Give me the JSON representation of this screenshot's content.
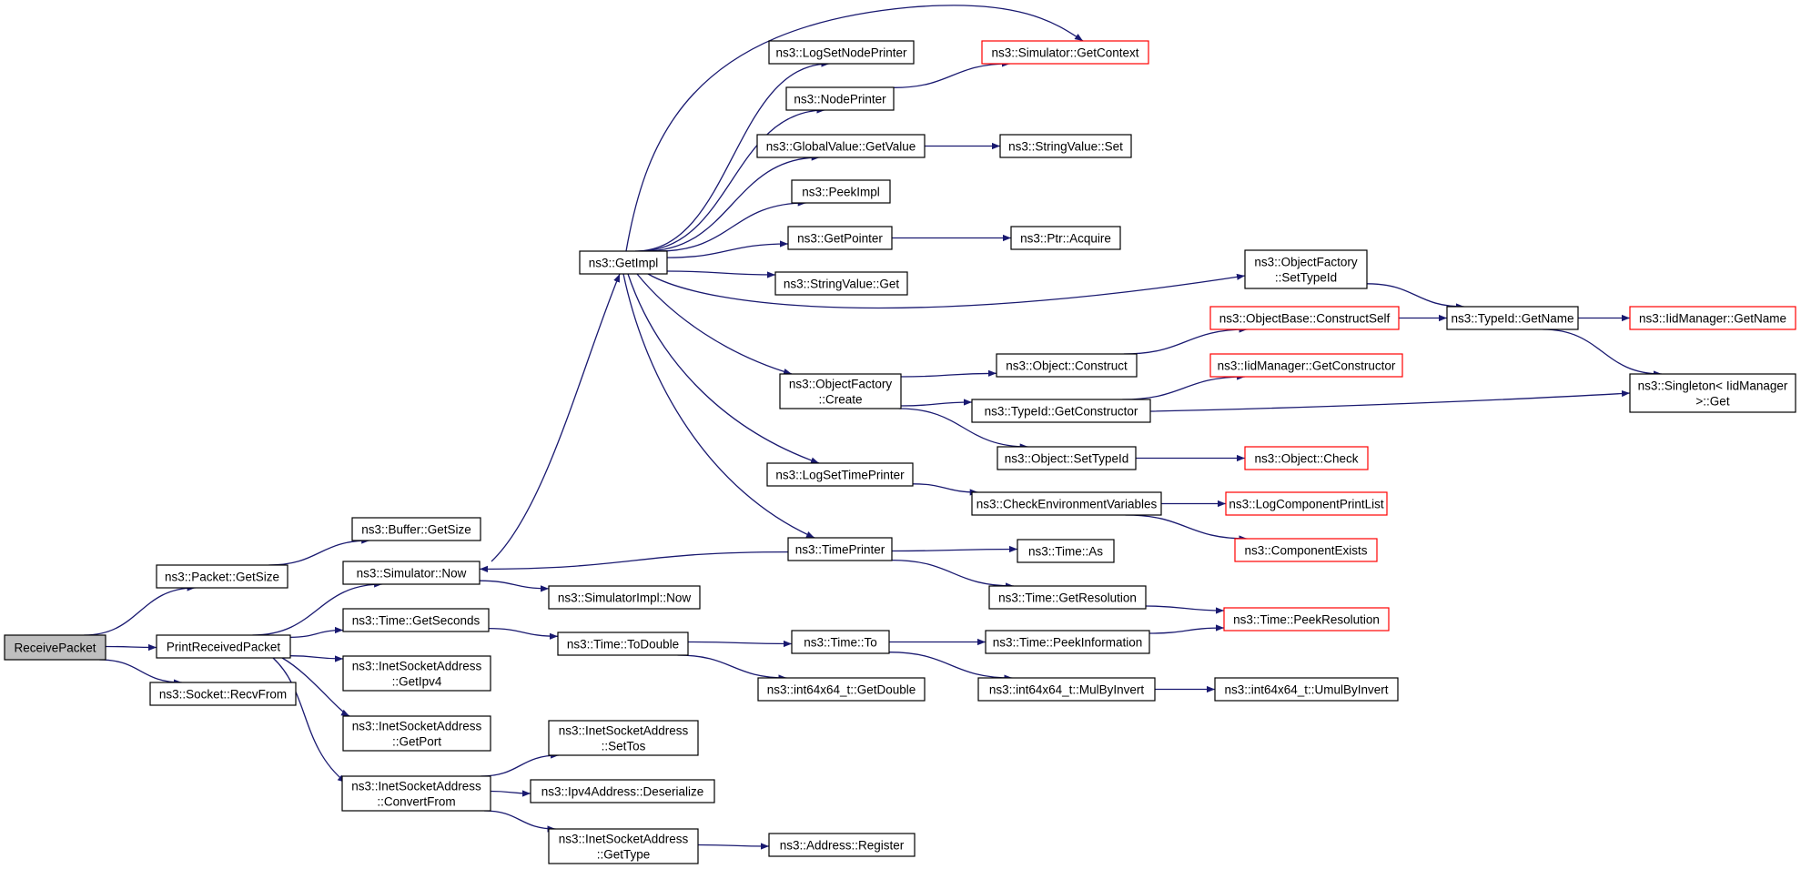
{
  "colors": {
    "edge": "#191970",
    "border_normal": "#000000",
    "border_truncated": "#ff0000",
    "fill_root": "#bfbfbf",
    "fill_node": "#ffffff",
    "background": "#ffffff"
  },
  "nodes": [
    {
      "id": "receive-packet",
      "lines": [
        "ReceivePacket"
      ],
      "style": "root"
    },
    {
      "id": "packet-getsize",
      "lines": [
        "ns3::Packet::GetSize"
      ],
      "style": "normal"
    },
    {
      "id": "print-received-packet",
      "lines": [
        "PrintReceivedPacket"
      ],
      "style": "normal"
    },
    {
      "id": "socket-recvfrom",
      "lines": [
        "ns3::Socket::RecvFrom"
      ],
      "style": "normal"
    },
    {
      "id": "buffer-getsize",
      "lines": [
        "ns3::Buffer::GetSize"
      ],
      "style": "normal"
    },
    {
      "id": "simulator-now",
      "lines": [
        "ns3::Simulator::Now"
      ],
      "style": "normal"
    },
    {
      "id": "time-getseconds",
      "lines": [
        "ns3::Time::GetSeconds"
      ],
      "style": "normal"
    },
    {
      "id": "inet-getipv4",
      "lines": [
        "ns3::InetSocketAddress",
        "::GetIpv4"
      ],
      "style": "normal"
    },
    {
      "id": "inet-getport",
      "lines": [
        "ns3::InetSocketAddress",
        "::GetPort"
      ],
      "style": "normal"
    },
    {
      "id": "inet-convertfrom",
      "lines": [
        "ns3::InetSocketAddress",
        "::ConvertFrom"
      ],
      "style": "normal"
    },
    {
      "id": "getimpl",
      "lines": [
        "ns3::GetImpl"
      ],
      "style": "normal"
    },
    {
      "id": "simulatorimpl-now",
      "lines": [
        "ns3::SimulatorImpl::Now"
      ],
      "style": "normal"
    },
    {
      "id": "time-todouble",
      "lines": [
        "ns3::Time::ToDouble"
      ],
      "style": "normal"
    },
    {
      "id": "inet-settos",
      "lines": [
        "ns3::InetSocketAddress",
        "::SetTos"
      ],
      "style": "normal"
    },
    {
      "id": "ipv4-deserialize",
      "lines": [
        "ns3::Ipv4Address::Deserialize"
      ],
      "style": "normal"
    },
    {
      "id": "inet-gettype",
      "lines": [
        "ns3::InetSocketAddress",
        "::GetType"
      ],
      "style": "normal"
    },
    {
      "id": "logsetnodeprinter",
      "lines": [
        "ns3::LogSetNodePrinter"
      ],
      "style": "normal"
    },
    {
      "id": "nodeprinter",
      "lines": [
        "ns3::NodePrinter"
      ],
      "style": "normal"
    },
    {
      "id": "globalvalue-getvalue",
      "lines": [
        "ns3::GlobalValue::GetValue"
      ],
      "style": "normal"
    },
    {
      "id": "peekimpl",
      "lines": [
        "ns3::PeekImpl"
      ],
      "style": "normal"
    },
    {
      "id": "getpointer",
      "lines": [
        "ns3::GetPointer"
      ],
      "style": "normal"
    },
    {
      "id": "stringvalue-get",
      "lines": [
        "ns3::StringValue::Get"
      ],
      "style": "normal"
    },
    {
      "id": "objectfactory-create",
      "lines": [
        "ns3::ObjectFactory",
        "::Create"
      ],
      "style": "normal"
    },
    {
      "id": "logsettimeprinter",
      "lines": [
        "ns3::LogSetTimePrinter"
      ],
      "style": "normal"
    },
    {
      "id": "timeprinter",
      "lines": [
        "ns3::TimePrinter"
      ],
      "style": "normal"
    },
    {
      "id": "time-to",
      "lines": [
        "ns3::Time::To"
      ],
      "style": "normal"
    },
    {
      "id": "int64-getdouble",
      "lines": [
        "ns3::int64x64_t::GetDouble"
      ],
      "style": "normal"
    },
    {
      "id": "address-register",
      "lines": [
        "ns3::Address::Register"
      ],
      "style": "normal"
    },
    {
      "id": "simulator-getcontext",
      "lines": [
        "ns3::Simulator::GetContext"
      ],
      "style": "truncated"
    },
    {
      "id": "stringvalue-set",
      "lines": [
        "ns3::StringValue::Set"
      ],
      "style": "normal"
    },
    {
      "id": "ptr-acquire",
      "lines": [
        "ns3::Ptr::Acquire"
      ],
      "style": "normal"
    },
    {
      "id": "object-construct",
      "lines": [
        "ns3::Object::Construct"
      ],
      "style": "normal"
    },
    {
      "id": "typeid-getconstructor",
      "lines": [
        "ns3::TypeId::GetConstructor"
      ],
      "style": "normal"
    },
    {
      "id": "object-settypeid",
      "lines": [
        "ns3::Object::SetTypeId"
      ],
      "style": "normal"
    },
    {
      "id": "checkenvironmentvariables",
      "lines": [
        "ns3::CheckEnvironmentVariables"
      ],
      "style": "normal"
    },
    {
      "id": "time-as",
      "lines": [
        "ns3::Time::As"
      ],
      "style": "normal"
    },
    {
      "id": "time-getresolution",
      "lines": [
        "ns3::Time::GetResolution"
      ],
      "style": "normal"
    },
    {
      "id": "time-peekinformation",
      "lines": [
        "ns3::Time::PeekInformation"
      ],
      "style": "normal"
    },
    {
      "id": "int64-mulbyinvert",
      "lines": [
        "ns3::int64x64_t::MulByInvert"
      ],
      "style": "normal"
    },
    {
      "id": "objectfactory-settypeid",
      "lines": [
        "ns3::ObjectFactory",
        "::SetTypeId"
      ],
      "style": "normal"
    },
    {
      "id": "objectbase-constructself",
      "lines": [
        "ns3::ObjectBase::ConstructSelf"
      ],
      "style": "truncated"
    },
    {
      "id": "iidmanager-getconstructor",
      "lines": [
        "ns3::IidManager::GetConstructor"
      ],
      "style": "truncated"
    },
    {
      "id": "object-check",
      "lines": [
        "ns3::Object::Check"
      ],
      "style": "truncated"
    },
    {
      "id": "logcomponentprintlist",
      "lines": [
        "ns3::LogComponentPrintList"
      ],
      "style": "truncated"
    },
    {
      "id": "componentexists",
      "lines": [
        "ns3::ComponentExists"
      ],
      "style": "truncated"
    },
    {
      "id": "time-peekresolution",
      "lines": [
        "ns3::Time::PeekResolution"
      ],
      "style": "truncated"
    },
    {
      "id": "int64-umulbyinvert",
      "lines": [
        "ns3::int64x64_t::UmulByInvert"
      ],
      "style": "normal"
    },
    {
      "id": "typeid-getname",
      "lines": [
        "ns3::TypeId::GetName"
      ],
      "style": "normal"
    },
    {
      "id": "singleton-get",
      "lines": [
        "ns3::Singleton< IidManager",
        " >::Get"
      ],
      "style": "normal"
    },
    {
      "id": "iidmanager-getname",
      "lines": [
        "ns3::IidManager::GetName"
      ],
      "style": "truncated"
    }
  ],
  "edges": [
    {
      "from": "receive-packet",
      "to": "packet-getsize"
    },
    {
      "from": "receive-packet",
      "to": "print-received-packet"
    },
    {
      "from": "receive-packet",
      "to": "socket-recvfrom"
    },
    {
      "from": "packet-getsize",
      "to": "buffer-getsize"
    },
    {
      "from": "print-received-packet",
      "to": "simulator-now"
    },
    {
      "from": "print-received-packet",
      "to": "time-getseconds"
    },
    {
      "from": "print-received-packet",
      "to": "inet-getipv4"
    },
    {
      "from": "print-received-packet",
      "to": "inet-getport"
    },
    {
      "from": "print-received-packet",
      "to": "inet-convertfrom"
    },
    {
      "from": "simulator-now",
      "to": "getimpl"
    },
    {
      "from": "simulator-now",
      "to": "simulatorimpl-now"
    },
    {
      "from": "time-getseconds",
      "to": "time-todouble"
    },
    {
      "from": "inet-convertfrom",
      "to": "inet-settos"
    },
    {
      "from": "inet-convertfrom",
      "to": "ipv4-deserialize"
    },
    {
      "from": "inet-convertfrom",
      "to": "inet-gettype"
    },
    {
      "from": "getimpl",
      "to": "simulator-getcontext"
    },
    {
      "from": "getimpl",
      "to": "logsetnodeprinter"
    },
    {
      "from": "getimpl",
      "to": "nodeprinter"
    },
    {
      "from": "getimpl",
      "to": "globalvalue-getvalue"
    },
    {
      "from": "getimpl",
      "to": "peekimpl"
    },
    {
      "from": "getimpl",
      "to": "getpointer"
    },
    {
      "from": "getimpl",
      "to": "stringvalue-get"
    },
    {
      "from": "getimpl",
      "to": "objectfactory-settypeid"
    },
    {
      "from": "getimpl",
      "to": "objectfactory-create"
    },
    {
      "from": "getimpl",
      "to": "logsettimeprinter"
    },
    {
      "from": "getimpl",
      "to": "timeprinter"
    },
    {
      "from": "time-todouble",
      "to": "time-to"
    },
    {
      "from": "time-todouble",
      "to": "int64-getdouble"
    },
    {
      "from": "inet-gettype",
      "to": "address-register"
    },
    {
      "from": "nodeprinter",
      "to": "simulator-getcontext"
    },
    {
      "from": "globalvalue-getvalue",
      "to": "stringvalue-set"
    },
    {
      "from": "getpointer",
      "to": "ptr-acquire"
    },
    {
      "from": "objectfactory-create",
      "to": "object-construct"
    },
    {
      "from": "objectfactory-create",
      "to": "typeid-getconstructor"
    },
    {
      "from": "objectfactory-create",
      "to": "object-settypeid"
    },
    {
      "from": "logsettimeprinter",
      "to": "checkenvironmentvariables"
    },
    {
      "from": "timeprinter",
      "to": "simulator-now"
    },
    {
      "from": "timeprinter",
      "to": "time-as"
    },
    {
      "from": "timeprinter",
      "to": "time-getresolution"
    },
    {
      "from": "time-to",
      "to": "time-peekinformation"
    },
    {
      "from": "time-to",
      "to": "int64-mulbyinvert"
    },
    {
      "from": "object-construct",
      "to": "objectbase-constructself"
    },
    {
      "from": "typeid-getconstructor",
      "to": "iidmanager-getconstructor"
    },
    {
      "from": "typeid-getconstructor",
      "to": "singleton-get"
    },
    {
      "from": "object-settypeid",
      "to": "object-check"
    },
    {
      "from": "checkenvironmentvariables",
      "to": "logcomponentprintlist"
    },
    {
      "from": "checkenvironmentvariables",
      "to": "componentexists"
    },
    {
      "from": "time-getresolution",
      "to": "time-peekresolution"
    },
    {
      "from": "time-peekinformation",
      "to": "time-peekresolution"
    },
    {
      "from": "int64-mulbyinvert",
      "to": "int64-umulbyinvert"
    },
    {
      "from": "objectfactory-settypeid",
      "to": "typeid-getname"
    },
    {
      "from": "objectbase-constructself",
      "to": "typeid-getname"
    },
    {
      "from": "typeid-getname",
      "to": "iidmanager-getname"
    },
    {
      "from": "typeid-getname",
      "to": "singleton-get"
    }
  ]
}
